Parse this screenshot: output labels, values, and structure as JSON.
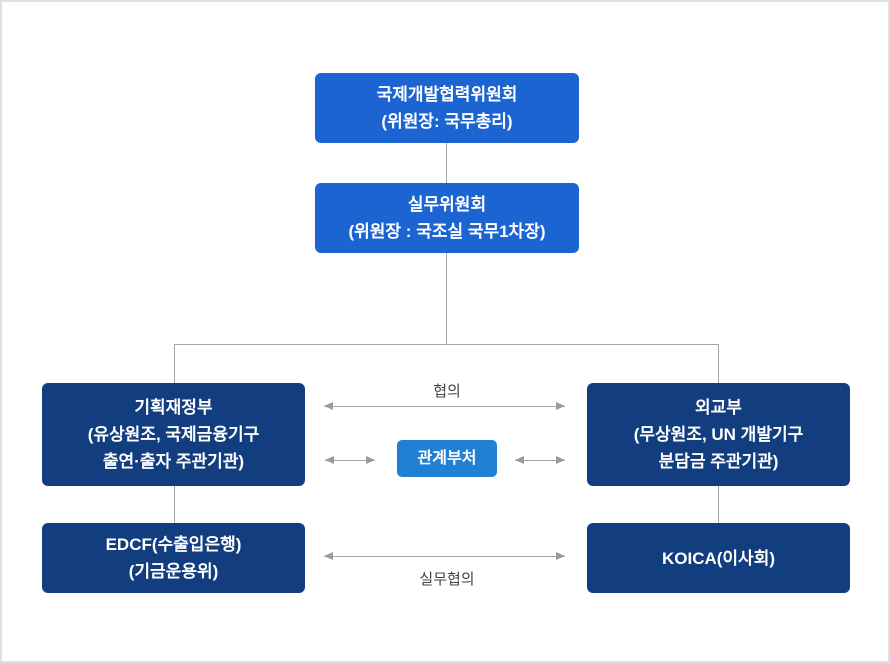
{
  "colors": {
    "primary_blue": "#1b64d2",
    "navy_blue": "#123e80",
    "light_blue": "#1f80d4",
    "line_gray": "#a6a6a6",
    "arrow_gray": "#9a9a9a",
    "label_gray": "#444444",
    "border_gray": "#e0e0e0"
  },
  "diagram": {
    "top_box": {
      "title": "국제개발협력위원회",
      "subtitle": "(위원장: 국무총리)"
    },
    "working_box": {
      "title": "실무위원회",
      "subtitle": "(위원장 : 국조실 국무1차장)"
    },
    "left_box": {
      "title": "기획재정부",
      "subtitle_line1": "(유상원조, 국제금융기구",
      "subtitle_line2": "출연·출자 주관기관)"
    },
    "right_box": {
      "title": "외교부",
      "subtitle_line1": "(무상원조, UN 개발기구",
      "subtitle_line2": "분담금 주관기관)"
    },
    "center_box": {
      "label": "관계부처"
    },
    "bottom_left_box": {
      "title": "EDCF(수출입은행)",
      "subtitle": "(기금운용위)"
    },
    "bottom_right_box": {
      "title": "KOICA(이사회)"
    },
    "labels": {
      "consult": "협의",
      "working_consult": "실무협의"
    }
  }
}
